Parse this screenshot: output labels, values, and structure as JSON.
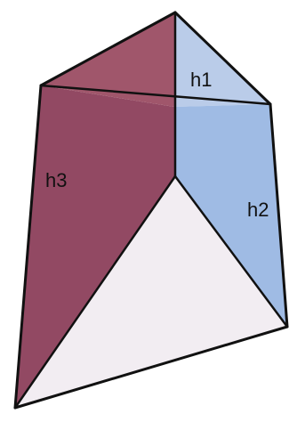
{
  "labels": {
    "h1": "h1",
    "h2": "h2",
    "h3": "h3"
  },
  "colors": {
    "h3_face": "#8c3f5b",
    "h1_face": "#b6c9e8",
    "h2_face": "#9ab7e3",
    "top_back": "#9b4d63",
    "triangle_face": "#f2edf2",
    "edge": "#111111"
  }
}
